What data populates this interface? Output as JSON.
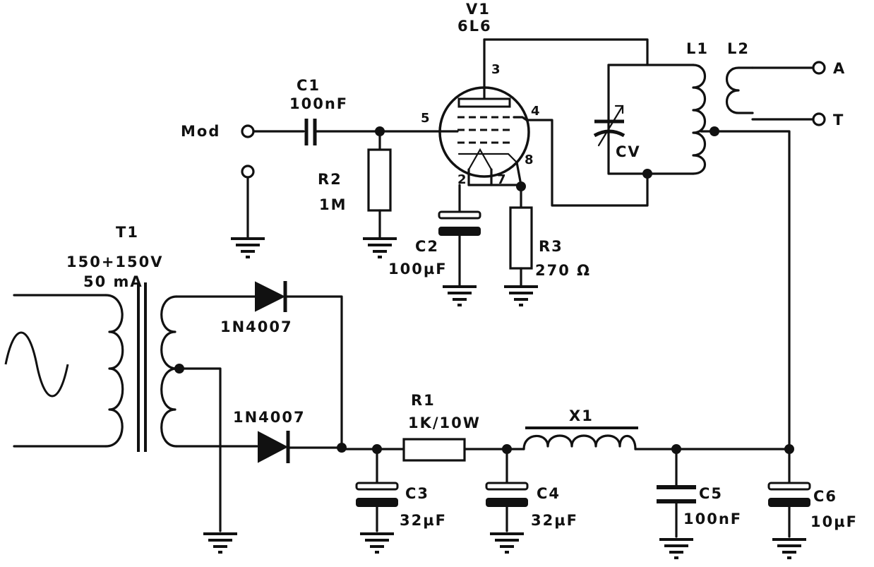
{
  "tube": {
    "ref": "V1",
    "type": "6L6",
    "pins": {
      "plate": "3",
      "grid": "5",
      "screen": "4",
      "cathode": "8",
      "heater_a": "2",
      "heater_b": "7"
    }
  },
  "c1": {
    "ref": "C1",
    "value": "100nF"
  },
  "mod": {
    "label": "Mod"
  },
  "r2": {
    "ref": "R2",
    "value": "1M"
  },
  "c2": {
    "ref": "C2",
    "value": "100µF"
  },
  "r3": {
    "ref": "R3",
    "value": "270 Ω"
  },
  "cv": {
    "ref": "CV"
  },
  "l1": {
    "ref": "L1"
  },
  "l2": {
    "ref": "L2"
  },
  "terminals": {
    "a": "A",
    "t": "T"
  },
  "t1": {
    "ref": "T1",
    "voltage": "150+150V",
    "current": "50 mA"
  },
  "d_top": {
    "ref": "1N4007"
  },
  "d_bot": {
    "ref": "1N4007"
  },
  "r1": {
    "ref": "R1",
    "value": "1K/10W"
  },
  "x1": {
    "ref": "X1"
  },
  "c3": {
    "ref": "C3",
    "value": "32µF"
  },
  "c4": {
    "ref": "C4",
    "value": "32µF"
  },
  "c5": {
    "ref": "C5",
    "value": "100nF"
  },
  "c6": {
    "ref": "C6",
    "value": "10µF"
  }
}
